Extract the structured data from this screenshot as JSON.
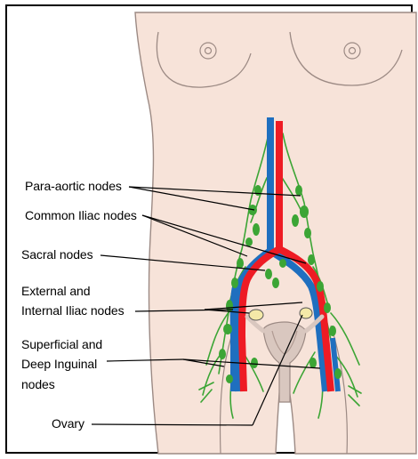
{
  "diagram": {
    "labels": {
      "para_aortic": "Para-aortic nodes",
      "common_iliac": "Common Iliac nodes",
      "sacral": "Sacral nodes",
      "ext_int_iliac_1": "External and",
      "ext_int_iliac_2": "Internal Iliac nodes",
      "sup_deep_inguinal_1": "Superficial and",
      "sup_deep_inguinal_2": "Deep Inguinal",
      "sup_deep_inguinal_3": "nodes",
      "ovary": "Ovary"
    },
    "colors": {
      "skin": "#f7e3d9",
      "outline": "#9c8a84",
      "artery": "#ee1b24",
      "vein": "#1f6fbf",
      "node": "#3ca535",
      "lymph_vessel": "#3ca535",
      "uterus": "#d9c7bf",
      "leader_line": "#000000"
    }
  }
}
